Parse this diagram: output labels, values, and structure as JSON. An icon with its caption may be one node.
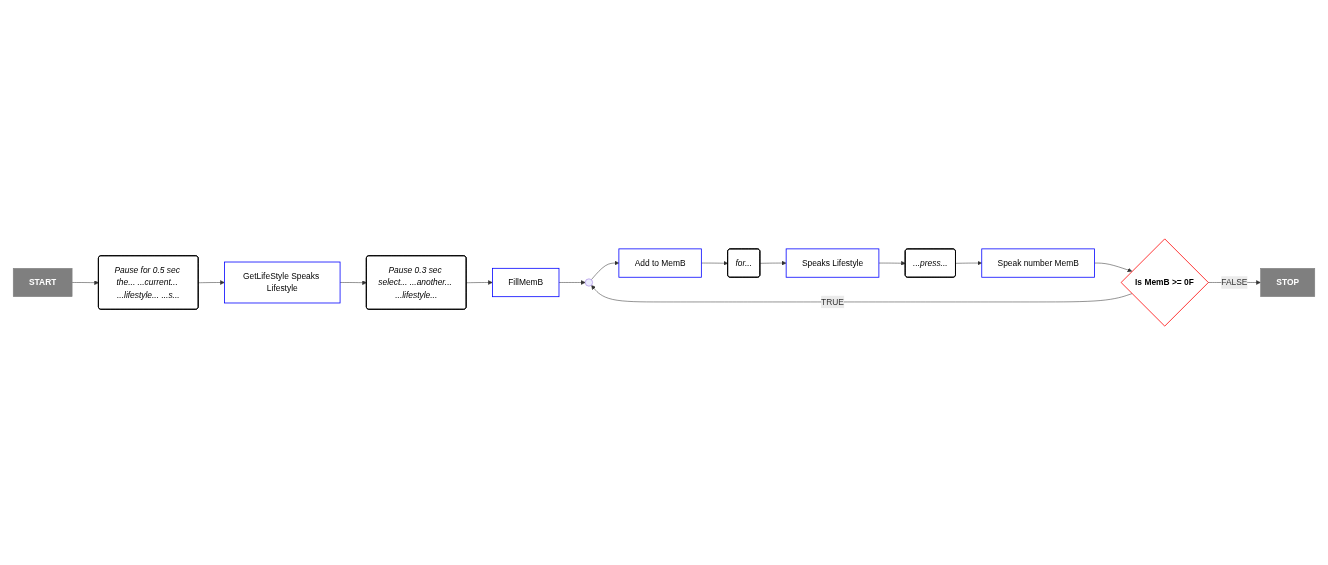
{
  "diagram": {
    "nodes": [
      {
        "text": [
          "START"
        ]
      },
      {
        "text": [
          "Pause for 0.5 sec the... ...current... ...lifestyle... ...s..."
        ]
      },
      {
        "text": [
          "GetLifeStyle Speaks Lifestyle"
        ]
      },
      {
        "text": [
          "Pause 0.3 sec select... ...another... ...lifestyle..."
        ]
      },
      {
        "text": [
          "FillMemB"
        ]
      },
      {
        "text": [],
        "shape": "circle"
      },
      {
        "text": [
          "Add to MemB"
        ]
      },
      {
        "text": [
          "for..."
        ]
      },
      {
        "text": [
          "Speaks Lifestyle"
        ]
      },
      {
        "text": [
          "...press..."
        ]
      },
      {
        "text": [
          "Speak number MemB"
        ]
      },
      {
        "text": [
          "Is MemB >= 0F"
        ]
      },
      {
        "text": [
          "STOP"
        ]
      }
    ],
    "edges": [
      {
        "from": 0,
        "to": 1,
        "arrow": "to"
      },
      {
        "from": 1,
        "to": 2,
        "arrow": "to"
      },
      {
        "from": 2,
        "to": 3,
        "arrow": "to"
      },
      {
        "from": 3,
        "to": 4,
        "arrow": "to"
      },
      {
        "from": 4,
        "to": 5,
        "arrow": "to"
      },
      {
        "from": 5,
        "to": 6,
        "arrow": "to"
      },
      {
        "from": 6,
        "to": 7,
        "arrow": "to"
      },
      {
        "from": 7,
        "to": 8,
        "arrow": "to"
      },
      {
        "from": 8,
        "to": 9,
        "arrow": "to"
      },
      {
        "from": 9,
        "to": 10,
        "arrow": "to"
      },
      {
        "from": 10,
        "to": 11,
        "arrow": "to"
      },
      {
        "from": 11,
        "to": 12,
        "label": "FALSE",
        "arrow": "to"
      },
      {
        "from": 11,
        "to": 5,
        "label": "TRUE",
        "arrow": "to"
      }
    ]
  }
}
